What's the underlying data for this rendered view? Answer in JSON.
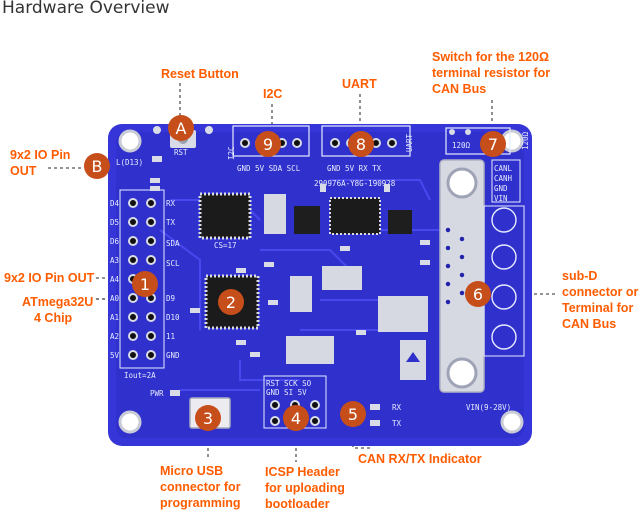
{
  "title": "Hardware Overview",
  "colors": {
    "board": "#3636d8",
    "board_dark": "#2a27b8",
    "badge": "#c64e1a",
    "callout": "#ff5c00",
    "silk": "#e6ecff",
    "pad": "#cfd3dd"
  },
  "callouts": {
    "reset": "Reset Button",
    "i2c": "I2C",
    "uart": "UART",
    "switch": [
      "Switch for the 120Ω",
      "terminal resistor for",
      "CAN Bus"
    ],
    "io_out_top": [
      "9x2 IO Pin",
      "OUT"
    ],
    "io_out": "9x2 IO Pin OUT",
    "atmega": [
      "ATmega32U",
      "4 Chip"
    ],
    "subd": [
      "sub-D",
      "connector or",
      "Terminal for",
      "CAN Bus"
    ],
    "usb": [
      "Micro USB",
      "connector for",
      "programming"
    ],
    "icsp": [
      "ICSP Header",
      "for uploading",
      "bootloader"
    ],
    "can_ind": "CAN RX/TX Indicator"
  },
  "badges": {
    "a": "A",
    "b": "B",
    "one": "1",
    "two": "2",
    "three": "3",
    "four": "4",
    "five": "5",
    "six": "6",
    "seven": "7",
    "eight": "8",
    "nine": "9"
  },
  "silkscreen": {
    "rst": "RST",
    "l_d13": "L(D13)",
    "i2c": "I2C",
    "i2c_pins": "GND 5V SDA SCL",
    "uart_pins": "GND 5V RX TX",
    "uart": "UART",
    "part_no": "290976A-Y8G-190928",
    "r120": "120Ω",
    "can_pins": [
      "CANL",
      "CANH",
      "GND",
      "VIN"
    ],
    "left_pins": [
      "D4",
      "D5",
      "D6",
      "A3",
      "A4",
      "A0",
      "A1",
      "A2",
      "5V"
    ],
    "right_pins": [
      "RX",
      "TX",
      "SDA",
      "SCL",
      "D9",
      "D10",
      "11",
      "GND"
    ],
    "cs": "CS=17",
    "iout": "Iout=2A",
    "pwr": "PWR",
    "icsp_top": "RST SCK SO",
    "icsp_bot": "GND SI 5V",
    "rx": "RX",
    "tx": "TX",
    "vin": "VIN(9-28V)"
  }
}
